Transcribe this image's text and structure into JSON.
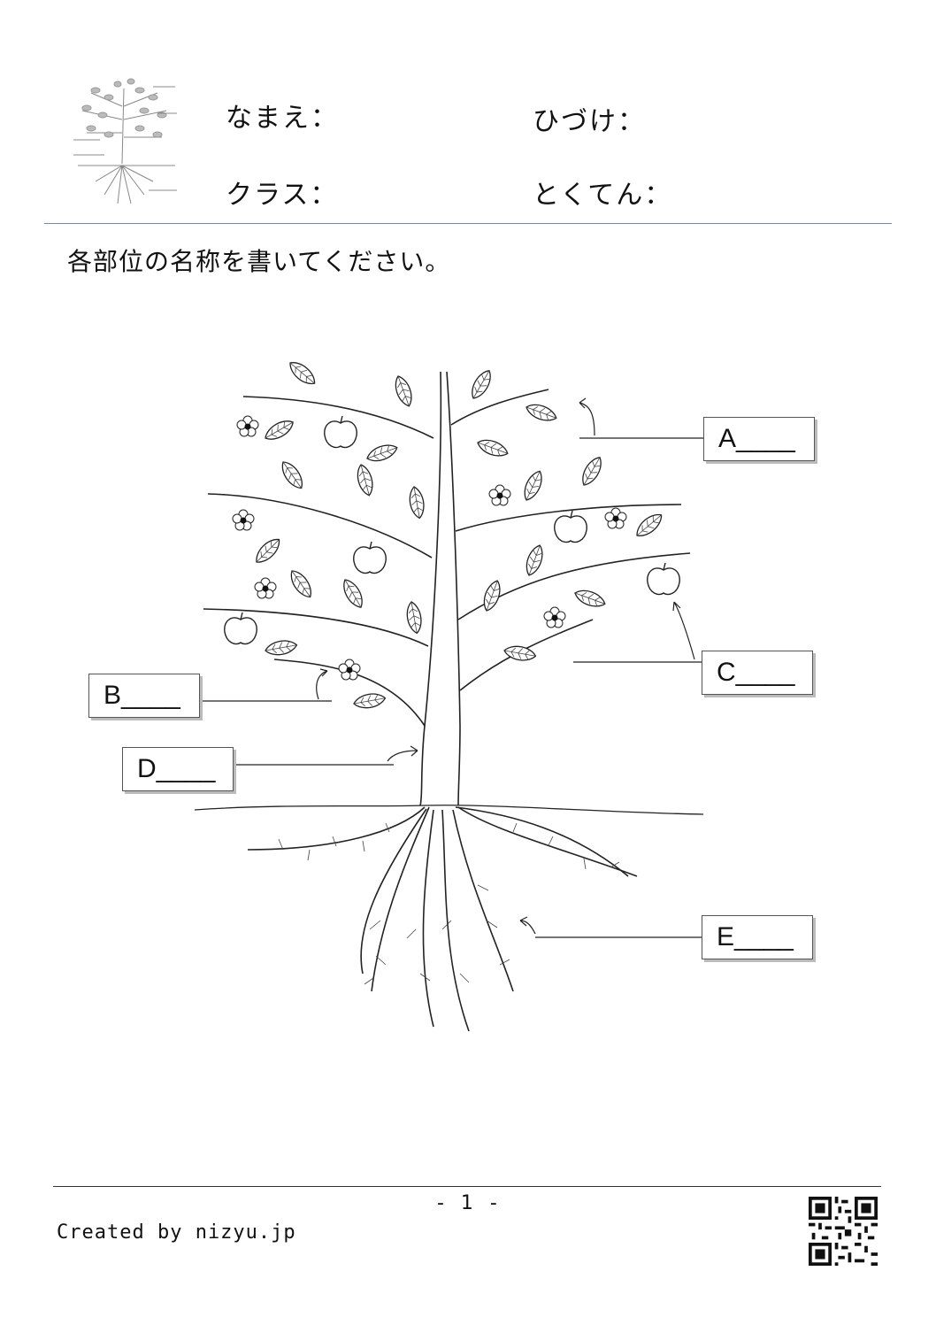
{
  "header": {
    "name_label": "なまえ：",
    "date_label": "ひづけ：",
    "class_label": "クラス：",
    "score_label": "とくてん："
  },
  "instruction": "各部位の名称を書いてください。",
  "labels": {
    "a": "A____",
    "b": "B____",
    "c": "C____",
    "d": "D____",
    "e": "E____"
  },
  "footer": {
    "page_number": "- 1 -",
    "credit": "Created by nizyu.jp"
  },
  "icons": [
    "tree-thumbnail-icon",
    "tree-diagram",
    "qr-code-icon"
  ],
  "colors": {
    "header_rule": "#7a8a99",
    "footer_rule": "#333333",
    "ink": "#111111"
  }
}
